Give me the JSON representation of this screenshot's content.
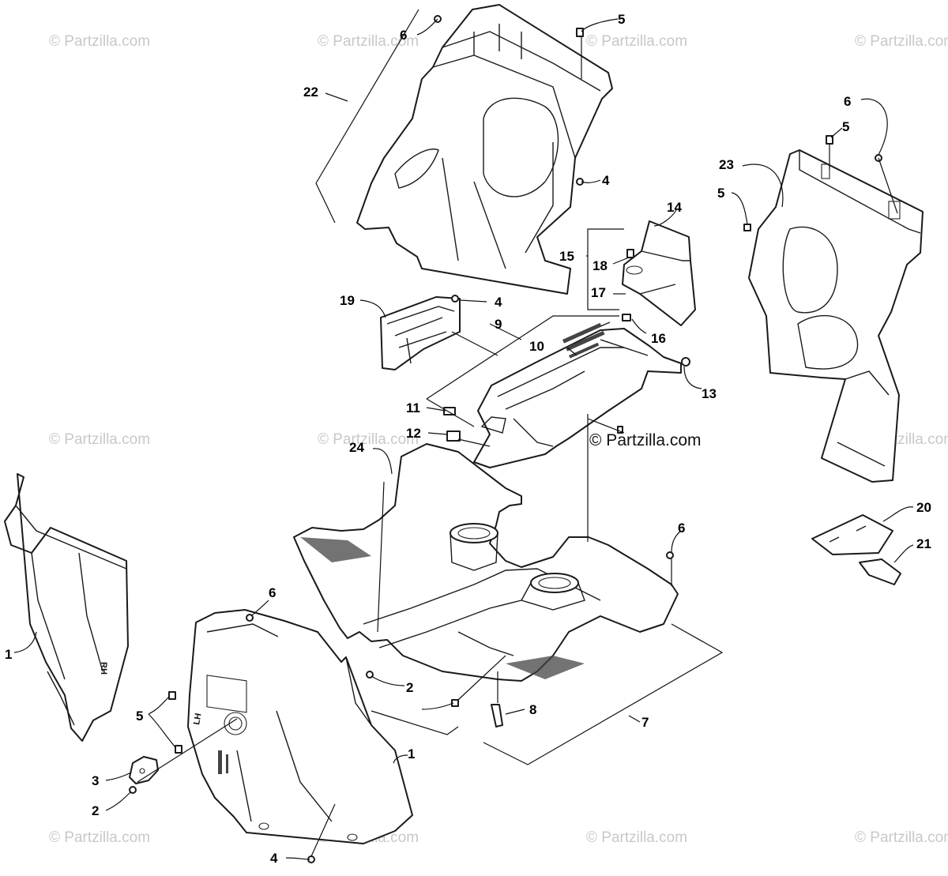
{
  "watermarks": {
    "repeat": "© Partzilla.com",
    "center": "© Partzilla.com"
  },
  "callouts": [
    "1",
    "1",
    "2",
    "2",
    "3",
    "4",
    "4",
    "4",
    "5",
    "5",
    "5",
    "5",
    "6",
    "6",
    "6",
    "6",
    "7",
    "8",
    "9",
    "10",
    "11",
    "12",
    "13",
    "14",
    "15",
    "16",
    "17",
    "18",
    "19",
    "20",
    "21",
    "22",
    "23",
    "24"
  ],
  "part_markings": {
    "rh": "RH",
    "lh": "LH"
  }
}
